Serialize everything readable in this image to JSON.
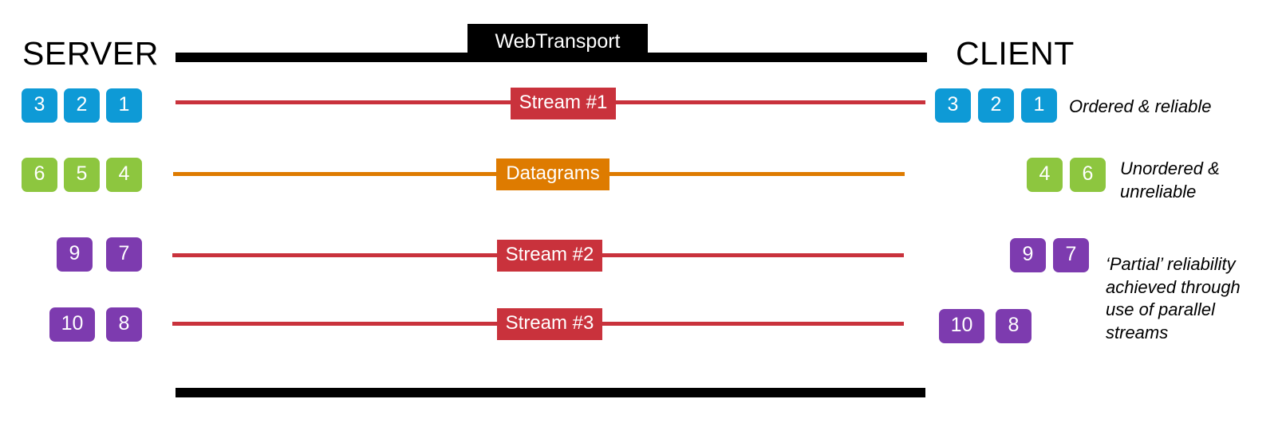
{
  "diagram": {
    "title": "WebTransport",
    "endpoints": {
      "server_label": "SERVER",
      "client_label": "CLIENT"
    },
    "transport_box_label": "WebTransport",
    "colors": {
      "black": "#000000",
      "stream_red": "#C9323C",
      "datagram_orange": "#DE7B00",
      "chip_blue": "#0E9AD6",
      "chip_green": "#8DC63F",
      "chip_purple": "#7D3BAF",
      "background": "#FFFFFF"
    },
    "channels": [
      {
        "id": "stream-1",
        "wire_label": "Stream #1",
        "wire_color": "#C9323C",
        "server_chips": [
          "3",
          "2",
          "1"
        ],
        "client_chips": [
          "3",
          "2",
          "1"
        ],
        "chip_color_name": "blue",
        "annotation": "Ordered & reliable"
      },
      {
        "id": "datagrams",
        "wire_label": "Datagrams",
        "wire_color": "#DE7B00",
        "server_chips": [
          "6",
          "5",
          "4"
        ],
        "client_chips": [
          "4",
          "6"
        ],
        "chip_color_name": "green",
        "annotation": "Unordered &\nunreliable"
      },
      {
        "id": "stream-2",
        "wire_label": "Stream #2",
        "wire_color": "#C9323C",
        "server_chips": [
          "9",
          "7"
        ],
        "client_chips": [
          "9",
          "7"
        ],
        "chip_color_name": "purple",
        "annotation": "‘Partial’ reliability\nachieved through\nuse of parallel\nstreams"
      },
      {
        "id": "stream-3",
        "wire_label": "Stream #3",
        "wire_color": "#C9323C",
        "server_chips": [
          "10",
          "8"
        ],
        "client_chips": [
          "10",
          "8"
        ],
        "chip_color_name": "purple",
        "annotation": ""
      }
    ]
  }
}
